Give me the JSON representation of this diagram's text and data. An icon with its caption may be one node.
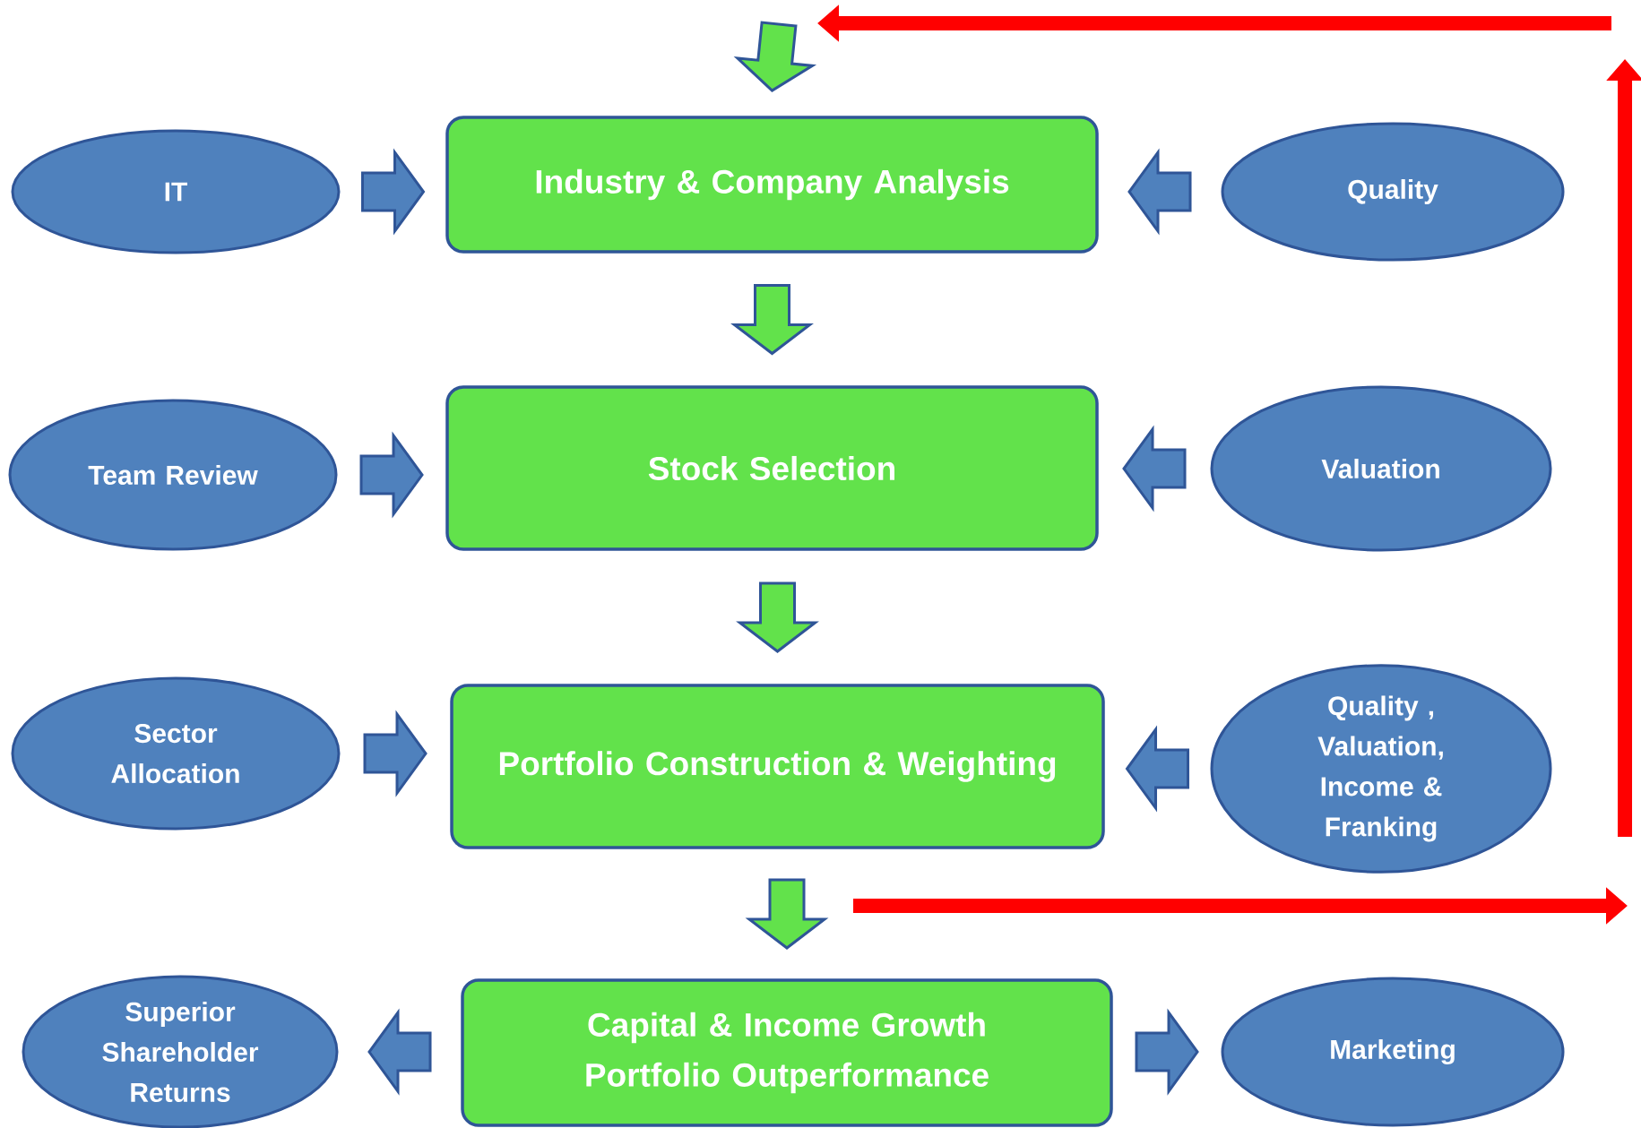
{
  "diagram": {
    "nodes": [
      {
        "text": [
          "Industry & Company Analysis"
        ]
      },
      {
        "text": [
          "Stock Selection"
        ]
      },
      {
        "text": [
          "Portfolio Construction & Weighting"
        ]
      },
      {
        "text": [
          "Capital & Income Growth Portfolio Outperformance"
        ]
      },
      {
        "text": [
          "IT"
        ]
      },
      {
        "text": [
          "Quality"
        ]
      },
      {
        "text": [
          "Team Review"
        ]
      },
      {
        "text": [
          "Valuation"
        ]
      },
      {
        "text": [
          "Sector Allocation"
        ]
      },
      {
        "text": [
          "Quality , Valuation, Income & Franking"
        ]
      },
      {
        "text": [
          "Superior Shareholder Returns"
        ]
      },
      {
        "text": [
          "Marketing"
        ]
      }
    ],
    "edges": [
      {
        "from": null,
        "to": 0,
        "arrow": "to",
        "color": "#62e24b"
      },
      {
        "from": 4,
        "to": 0,
        "arrow": "to"
      },
      {
        "from": 5,
        "to": 0,
        "arrow": "to"
      },
      {
        "from": 0,
        "to": 1,
        "arrow": "to",
        "color": "#62e24b"
      },
      {
        "from": 6,
        "to": 1,
        "arrow": "to"
      },
      {
        "from": 7,
        "to": 1,
        "arrow": "to"
      },
      {
        "from": 1,
        "to": 2,
        "arrow": "to",
        "color": "#62e24b"
      },
      {
        "from": 8,
        "to": 2,
        "arrow": "to"
      },
      {
        "from": 9,
        "to": 2,
        "arrow": "to"
      },
      {
        "from": 2,
        "to": 3,
        "arrow": "to",
        "color": "#62e24b"
      },
      {
        "from": 3,
        "to": 10,
        "arrow": "to"
      },
      {
        "from": 3,
        "to": 11,
        "arrow": "to"
      }
    ]
  }
}
